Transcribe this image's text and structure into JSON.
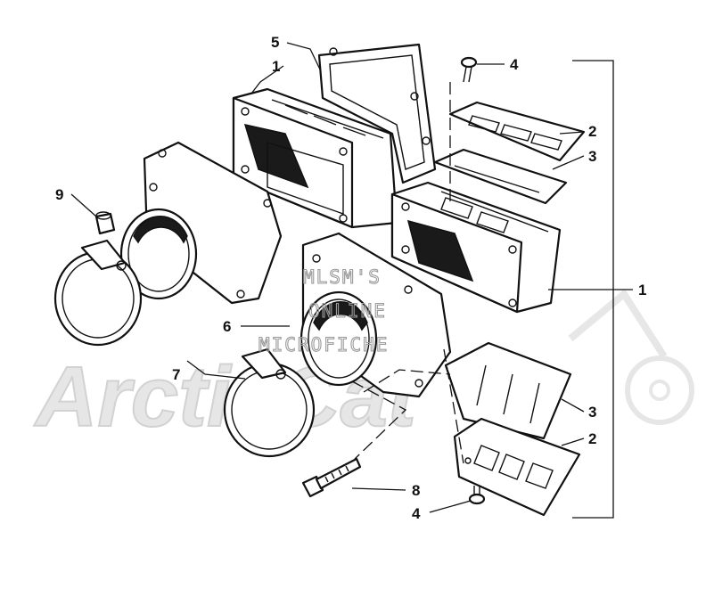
{
  "watermark": {
    "lines": [
      "MLSM'S",
      "ONLINE",
      "MICROFICHE"
    ],
    "brand": "ArcticCat"
  },
  "callouts": {
    "c1_top": "1",
    "c1_right": "1",
    "c2_top": "2",
    "c2_bottom": "2",
    "c3_top": "3",
    "c3_bottom": "3",
    "c4_top": "4",
    "c4_bottom": "4",
    "c5": "5",
    "c6": "6",
    "c7": "7",
    "c8": "8",
    "c9": "9"
  }
}
